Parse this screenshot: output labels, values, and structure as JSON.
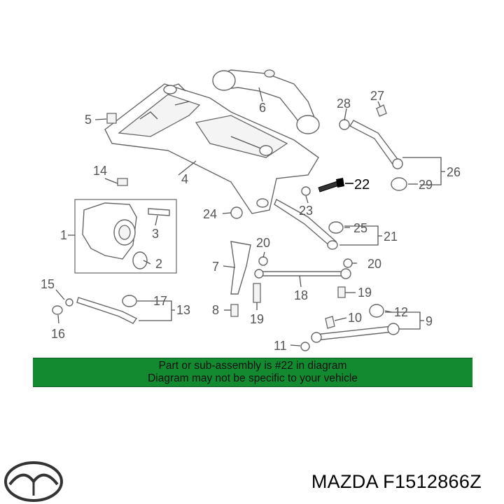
{
  "diagram": {
    "callouts": {
      "c1": "1",
      "c2": "2",
      "c3": "3",
      "c4": "4",
      "c5": "5",
      "c6": "6",
      "c7": "7",
      "c8": "8",
      "c9": "9",
      "c10": "10",
      "c11": "11",
      "c12": "12",
      "c13": "13",
      "c14": "14",
      "c15": "15",
      "c16": "16",
      "c17": "17",
      "c18": "18",
      "c19a": "19",
      "c19b": "19",
      "c20a": "20",
      "c20b": "20",
      "c21": "21",
      "c22": "22",
      "c23": "23",
      "c24": "24",
      "c25": "25",
      "c26": "26",
      "c27": "27",
      "c28": "28",
      "c29": "29"
    },
    "highlighted_part": "22"
  },
  "banner": {
    "line1": "Part or sub-assembly is #22 in diagram",
    "line2": "Diagram may not be specific to your vehicle",
    "background": "#138a2f"
  },
  "footer": {
    "logo_icon": "mazda-logo-icon",
    "part_number": "MAZDA F1512866Z"
  }
}
